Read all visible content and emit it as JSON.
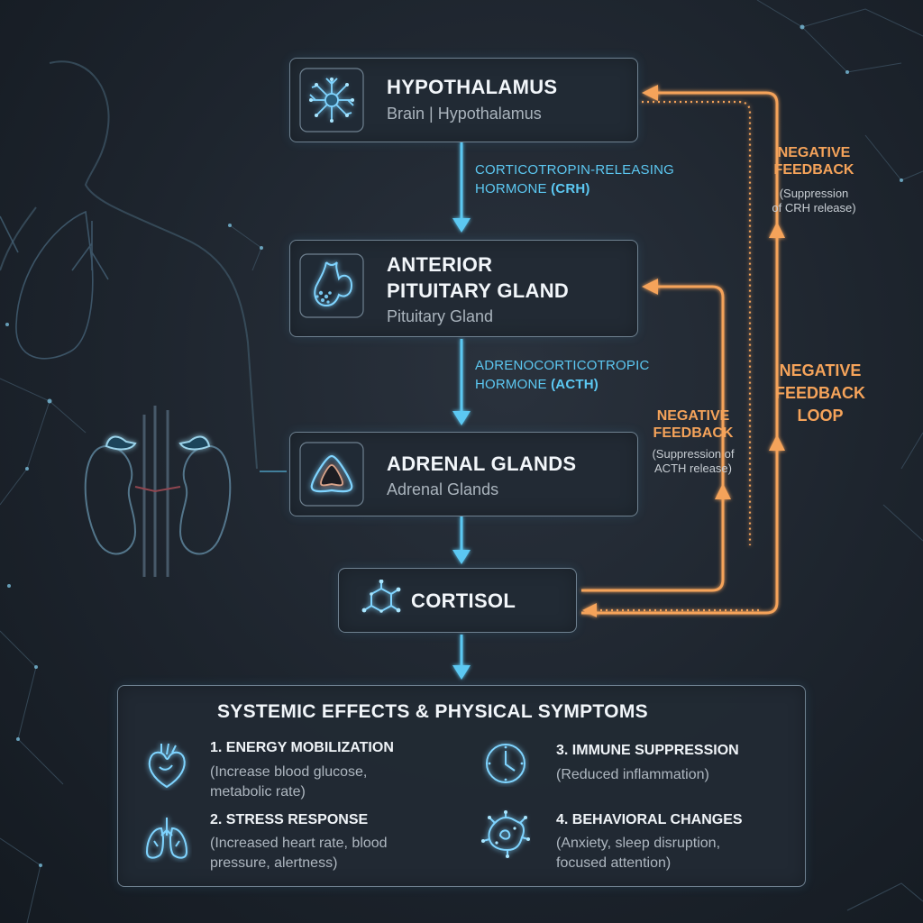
{
  "nodes": {
    "hypothalamus": {
      "title": "HYPOTHALAMUS",
      "subtitle": "Brain | Hypothalamus",
      "icon": "neuron-icon"
    },
    "pituitary": {
      "title_line1": "ANTERIOR",
      "title_line2": "PITUITARY GLAND",
      "subtitle": "Pituitary Gland",
      "icon": "pituitary-gland-icon"
    },
    "adrenal": {
      "title": "ADRENAL GLANDS",
      "subtitle": "Adrenal Glands",
      "icon": "adrenal-gland-icon"
    },
    "cortisol": {
      "title": "CORTISOL",
      "icon": "molecule-icon"
    }
  },
  "hormones": {
    "crh": {
      "line1": "CORTICOTROPIN-RELEASING",
      "line2_prefix": "HORMONE ",
      "line2_abbr": "(CRH)"
    },
    "acth": {
      "line1": "ADRENOCORTICOTROPIC",
      "line2_prefix": "HORMONE ",
      "line2_abbr": "(ACTH)"
    }
  },
  "feedback": {
    "crh": {
      "title_line1": "NEGATIVE",
      "title_line2": "FEEDBACK",
      "desc_line1": "(Suppression",
      "desc_line2": "of CRH release)"
    },
    "acth": {
      "title_line1": "NEGATIVE",
      "title_line2": "FEEDBACK",
      "desc_line1": "(Suppression of",
      "desc_line2": "ACTH release)"
    },
    "loop": {
      "line1": "NEGATIVE",
      "line2": "FEEDBACK",
      "line3": "LOOP"
    }
  },
  "effects": {
    "title": "SYSTEMIC EFFECTS & PHYSICAL SYMPTOMS",
    "items": [
      {
        "title": "1. ENERGY MOBILIZATION",
        "desc_line1": "(Increase blood glucose,",
        "desc_line2": "metabolic rate)",
        "icon": "heart-icon"
      },
      {
        "title": "2. STRESS RESPONSE",
        "desc_line1": "(Increased heart rate, blood",
        "desc_line2": "pressure, alertness)",
        "icon": "lungs-icon"
      },
      {
        "title": "3. IMMUNE SUPPRESSION",
        "desc_line1": "(Reduced inflammation)",
        "desc_line2": "",
        "icon": "clock-icon"
      },
      {
        "title": "4. BEHAVIORAL CHANGES",
        "desc_line1": "(Anxiety, sleep disruption,",
        "desc_line2": "focused attention)",
        "icon": "immune-cell-icon"
      }
    ]
  },
  "colors": {
    "flow_arrow": "#5cc8f2",
    "feedback": "#f5a35a",
    "box_border": "#6f8190",
    "title_text": "#f2f6fa",
    "subtitle_text": "#aab4bd"
  }
}
